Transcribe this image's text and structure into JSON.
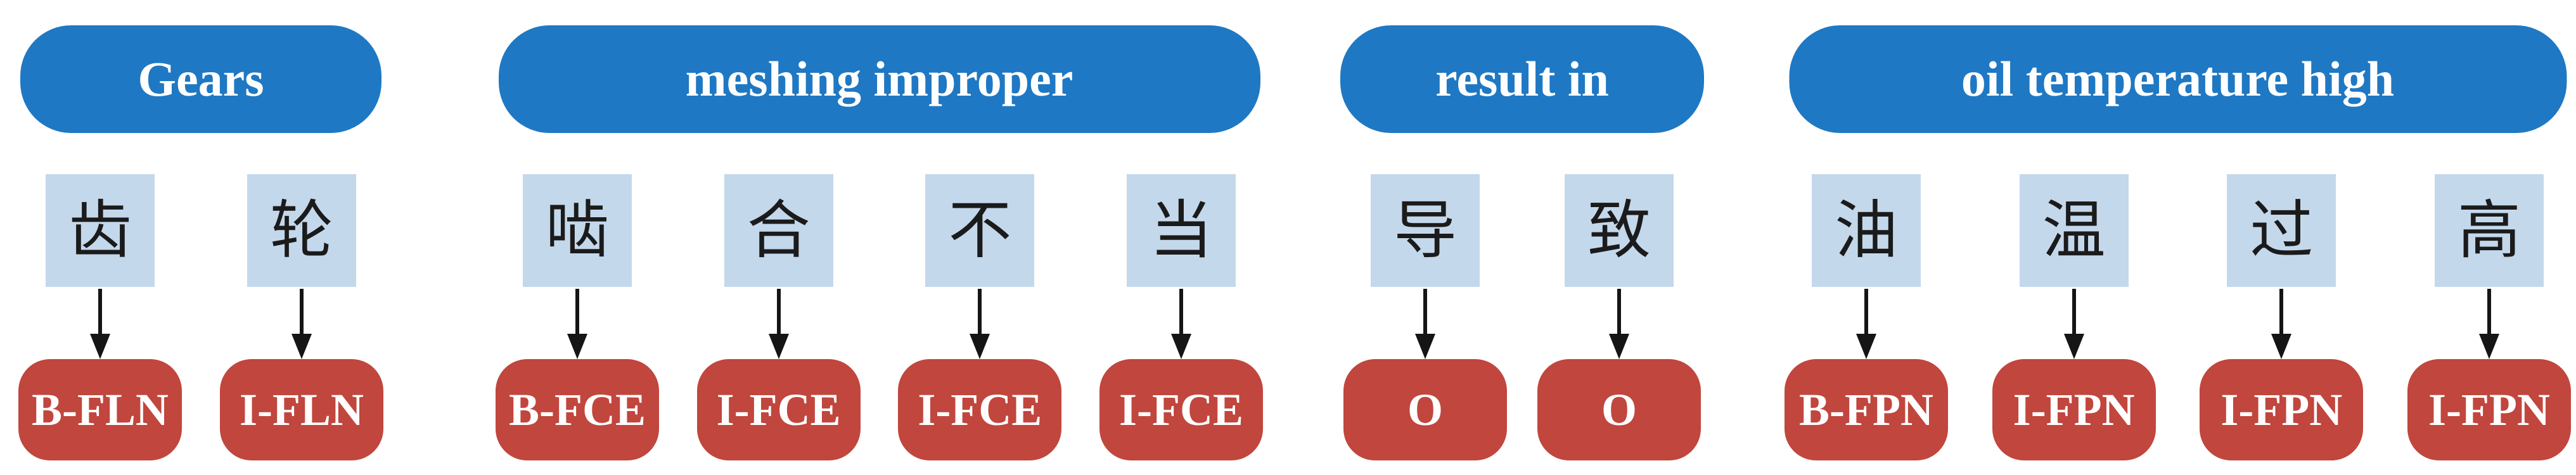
{
  "colors": {
    "header_blue": "#1f78c3",
    "char_box_blue": "#c4d8ec",
    "tag_red": "#c1463d",
    "arrow_black": "#151515",
    "text_white": "#ffffff",
    "char_black": "#1b1b1b"
  },
  "groups": [
    {
      "label": "Gears",
      "tokens": [
        {
          "char": "齿",
          "tag": "B-FLN"
        },
        {
          "char": "轮",
          "tag": "I-FLN"
        }
      ]
    },
    {
      "label": "meshing improper",
      "tokens": [
        {
          "char": "啮",
          "tag": "B-FCE"
        },
        {
          "char": "合",
          "tag": "I-FCE"
        },
        {
          "char": "不",
          "tag": "I-FCE"
        },
        {
          "char": "当",
          "tag": "I-FCE"
        }
      ]
    },
    {
      "label": "result in",
      "tokens": [
        {
          "char": "导",
          "tag": "O"
        },
        {
          "char": "致",
          "tag": "O"
        }
      ]
    },
    {
      "label": "oil temperature high",
      "tokens": [
        {
          "char": "油",
          "tag": "B-FPN"
        },
        {
          "char": "温",
          "tag": "I-FPN"
        },
        {
          "char": "过",
          "tag": "I-FPN"
        },
        {
          "char": "高",
          "tag": "I-FPN"
        }
      ]
    }
  ]
}
